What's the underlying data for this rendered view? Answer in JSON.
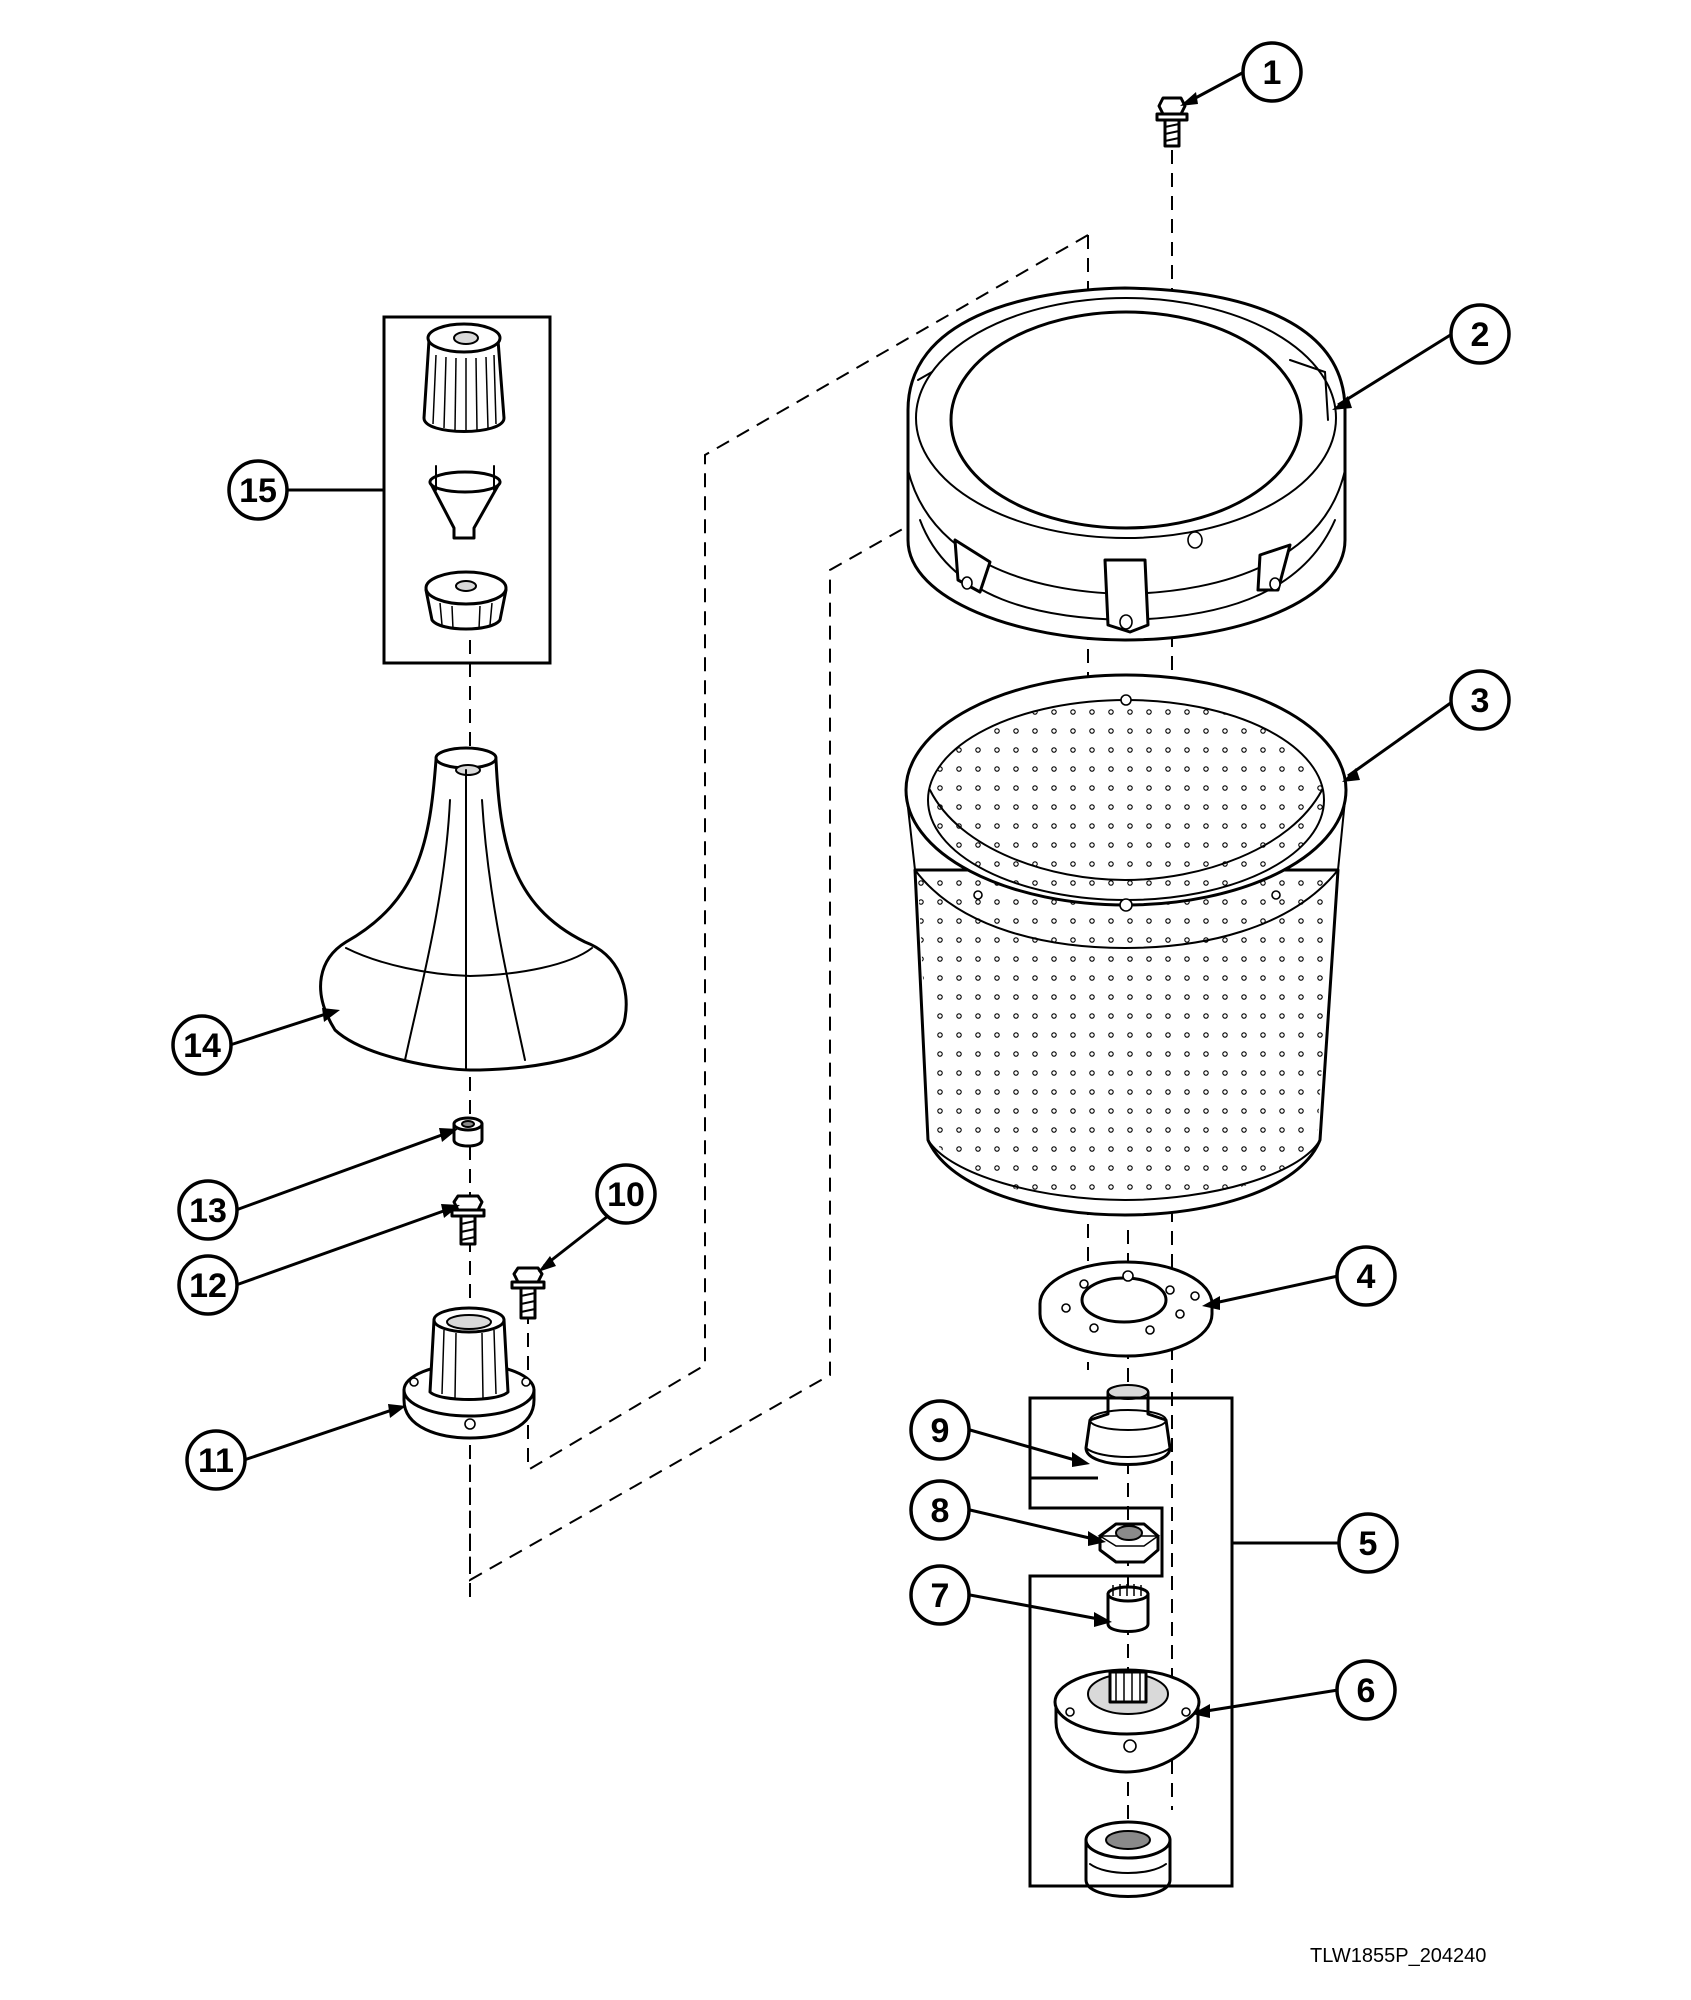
{
  "drawing_code": "TLW1855P_204240",
  "callouts": [
    {
      "id": "1",
      "label": "1"
    },
    {
      "id": "2",
      "label": "2"
    },
    {
      "id": "3",
      "label": "3"
    },
    {
      "id": "4",
      "label": "4"
    },
    {
      "id": "5",
      "label": "5"
    },
    {
      "id": "6",
      "label": "6"
    },
    {
      "id": "7",
      "label": "7"
    },
    {
      "id": "8",
      "label": "8"
    },
    {
      "id": "9",
      "label": "9"
    },
    {
      "id": "10",
      "label": "10"
    },
    {
      "id": "11",
      "label": "11"
    },
    {
      "id": "12",
      "label": "12"
    },
    {
      "id": "13",
      "label": "13"
    },
    {
      "id": "14",
      "label": "14"
    },
    {
      "id": "15",
      "label": "15"
    }
  ]
}
